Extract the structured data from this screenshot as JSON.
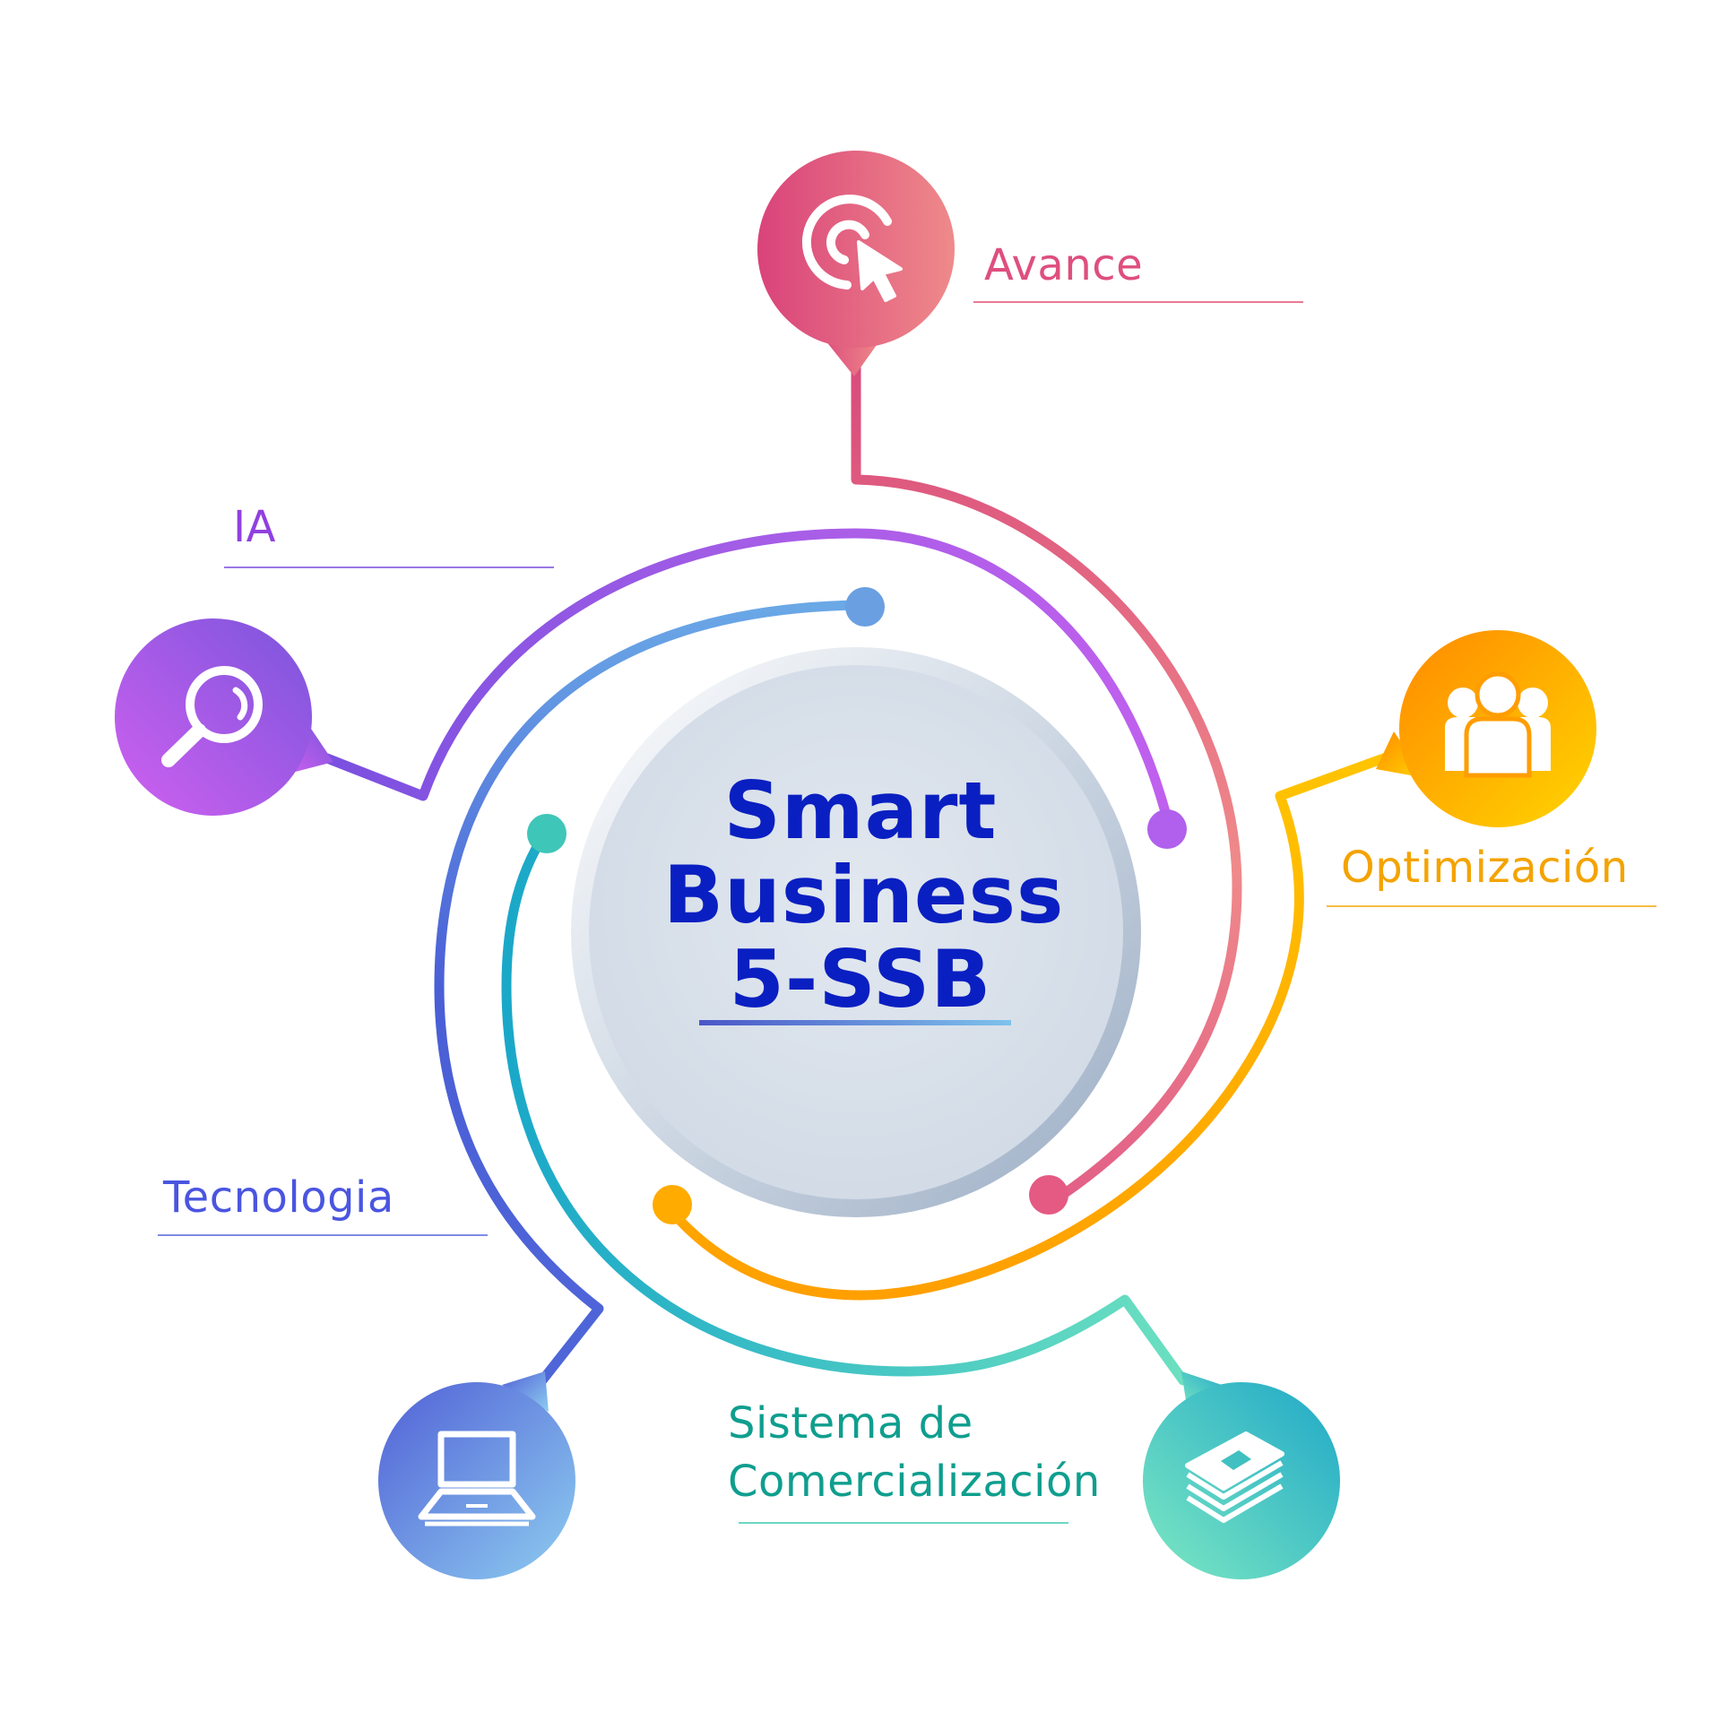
{
  "center": {
    "line1": "Smart",
    "line2": "Business",
    "line3": "5-SSB",
    "color": "#0a1fc1"
  },
  "nodes": [
    {
      "id": "avance",
      "label": "Avance",
      "icon": "target-cursor-icon",
      "color": "#de4f7e",
      "gradient": [
        "#d9437a",
        "#ef8a8a"
      ]
    },
    {
      "id": "optimizacion",
      "label": "Optimización",
      "icon": "people-group-icon",
      "color": "#f4a300",
      "gradient": [
        "#ff8a00",
        "#ffd500"
      ]
    },
    {
      "id": "sistema",
      "label_line1": "Sistema de",
      "label_line2": "Comercialización",
      "icon": "books-stack-icon",
      "color": "#0f9e8e",
      "gradient": [
        "#7de8c2",
        "#1fa8c8"
      ]
    },
    {
      "id": "tecnologia",
      "label": "Tecnologia",
      "icon": "laptop-icon",
      "color": "#4a55e0",
      "gradient": [
        "#5865d8",
        "#8bc8ee"
      ]
    },
    {
      "id": "ia",
      "label": "IA",
      "icon": "magnifier-icon",
      "color": "#9040e0",
      "gradient": [
        "#7a55dc",
        "#d060f0"
      ]
    }
  ]
}
